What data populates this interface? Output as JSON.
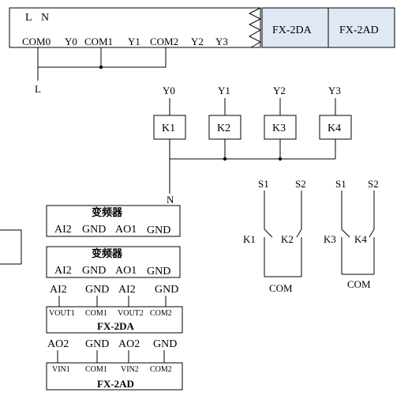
{
  "plc": {
    "power_l": "L",
    "power_n": "N",
    "terminals": [
      "COM0",
      "Y0",
      "COM1",
      "Y1",
      "COM2",
      "Y2",
      "Y3"
    ],
    "modules": [
      "FX-2DA",
      "FX-2AD"
    ],
    "l_label": "L",
    "module_fill": "#dfe8f5"
  },
  "relays": {
    "outputs": [
      "Y0",
      "Y1",
      "Y2",
      "Y3"
    ],
    "coils": [
      "K1",
      "K2",
      "K3",
      "K4"
    ],
    "n_label": "N"
  },
  "contact_groups": [
    {
      "switches": [
        "S1",
        "S2"
      ],
      "contacts": [
        "K1",
        "K2"
      ],
      "com": "COM"
    },
    {
      "switches": [
        "S1",
        "S2"
      ],
      "contacts": [
        "K3",
        "K4"
      ],
      "com": "COM"
    }
  ],
  "inverters": [
    {
      "title": "变频器",
      "terminals": [
        "AI2",
        "GND",
        "AO1",
        "GND"
      ]
    },
    {
      "title": "变频器",
      "terminals": [
        "AI2",
        "GND",
        "AO1",
        "GND"
      ]
    }
  ],
  "da_wiring": [
    "AI2",
    "GND",
    "AI2",
    "GND"
  ],
  "da_module": {
    "terminals": [
      "VOUT1",
      "COM1",
      "VOUT2",
      "COM2"
    ],
    "name": "FX-2DA"
  },
  "ad_wiring": [
    "AO2",
    "GND",
    "AO2",
    "GND"
  ],
  "ad_module": {
    "terminals": [
      "VIN1",
      "COM1",
      "VIN2",
      "COM2"
    ],
    "name": "FX-2AD"
  }
}
